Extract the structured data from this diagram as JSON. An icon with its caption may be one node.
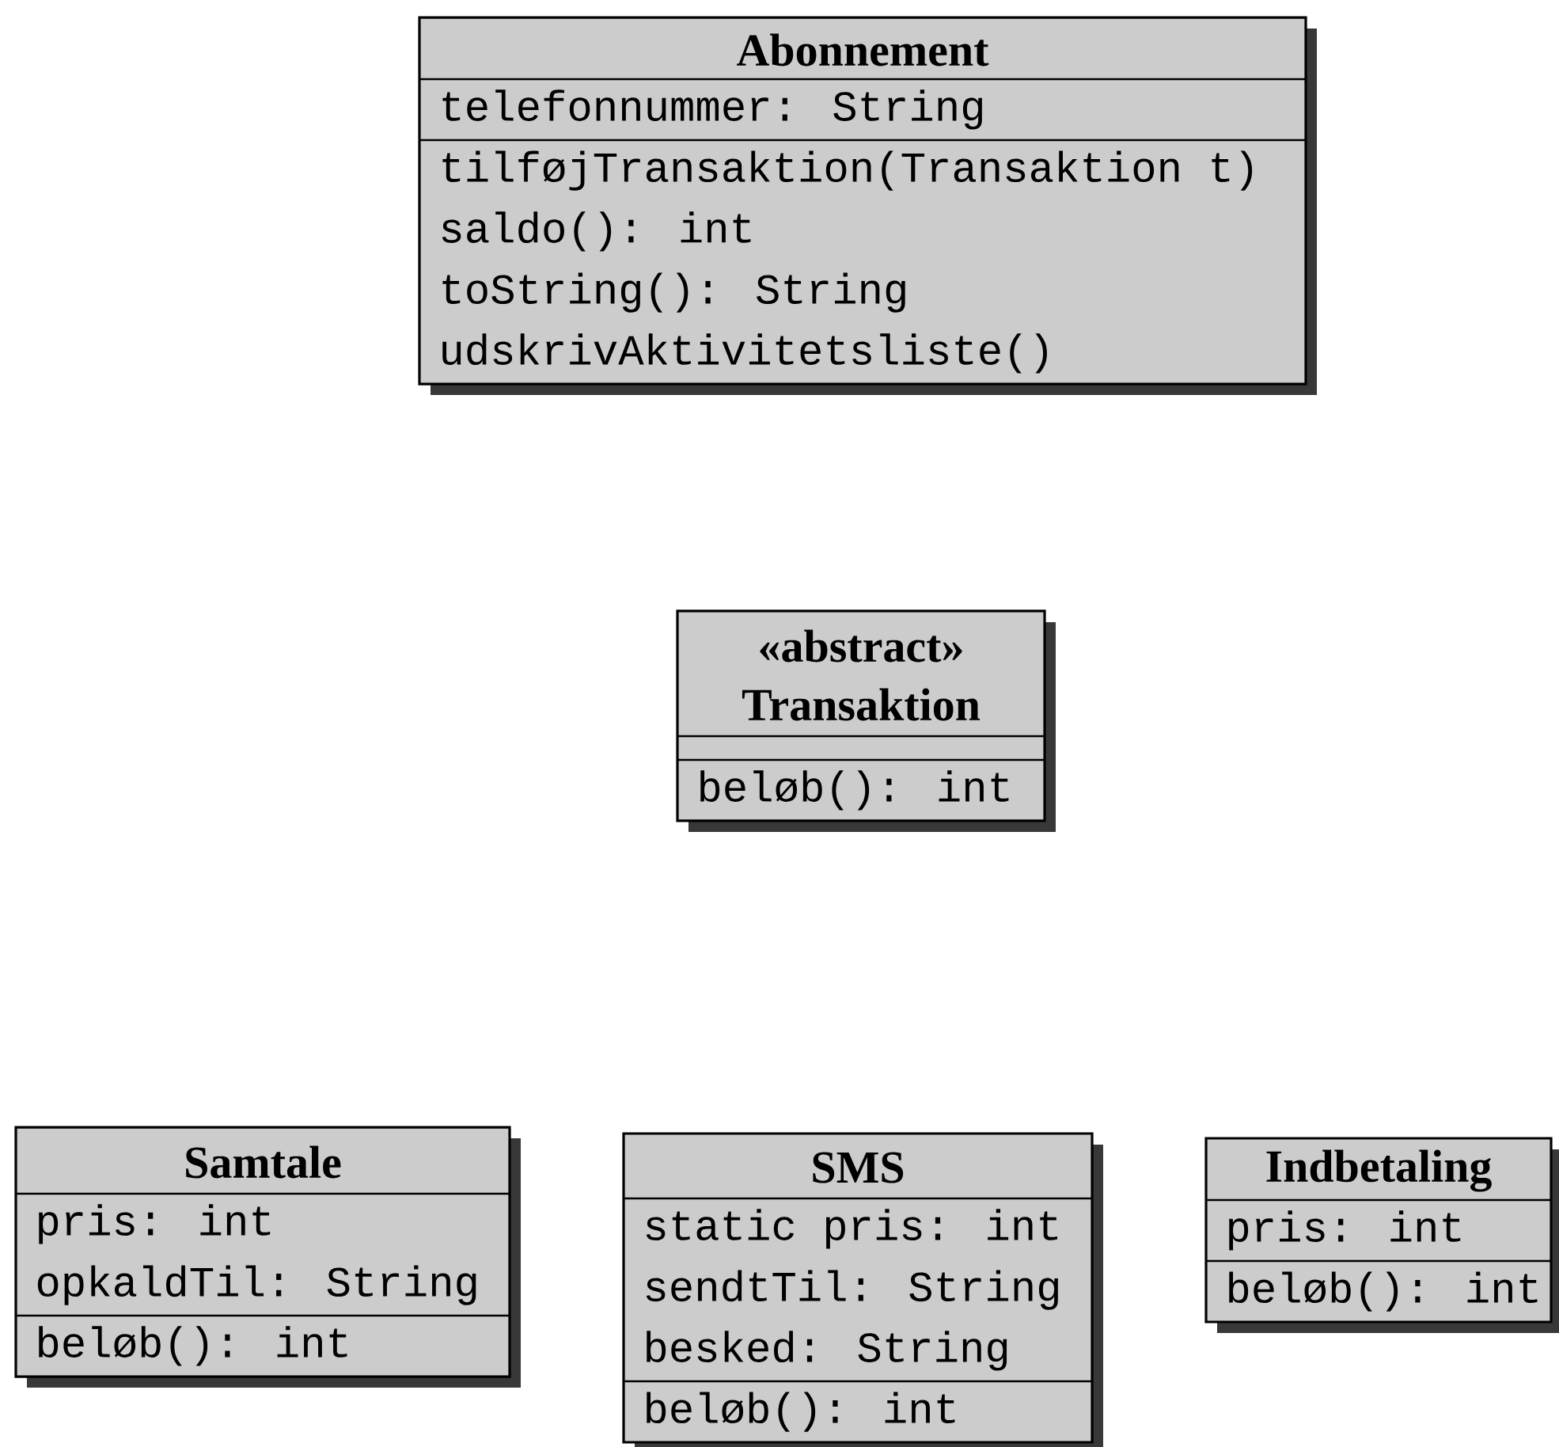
{
  "diagram": {
    "nodes": [
      {
        "text": [
          "Abonnement",
          "telefonnummer: String",
          "tilføjTransaktion(Transaktion t)",
          "saldo(): int",
          "toString(): String",
          "udskrivAktivitetsliste()"
        ]
      },
      {
        "text": [
          "«abstract» Transaktion",
          "beløb(): int"
        ]
      },
      {
        "text": [
          "Samtale",
          "pris: int",
          "opkaldTil: String",
          "beløb(): int"
        ]
      },
      {
        "text": [
          "SMS",
          "static pris: int",
          "sendtTil: String",
          "besked: String",
          "beløb(): int"
        ]
      },
      {
        "text": [
          "Indbetaling",
          "pris: int",
          "beløb(): int"
        ]
      }
    ]
  }
}
